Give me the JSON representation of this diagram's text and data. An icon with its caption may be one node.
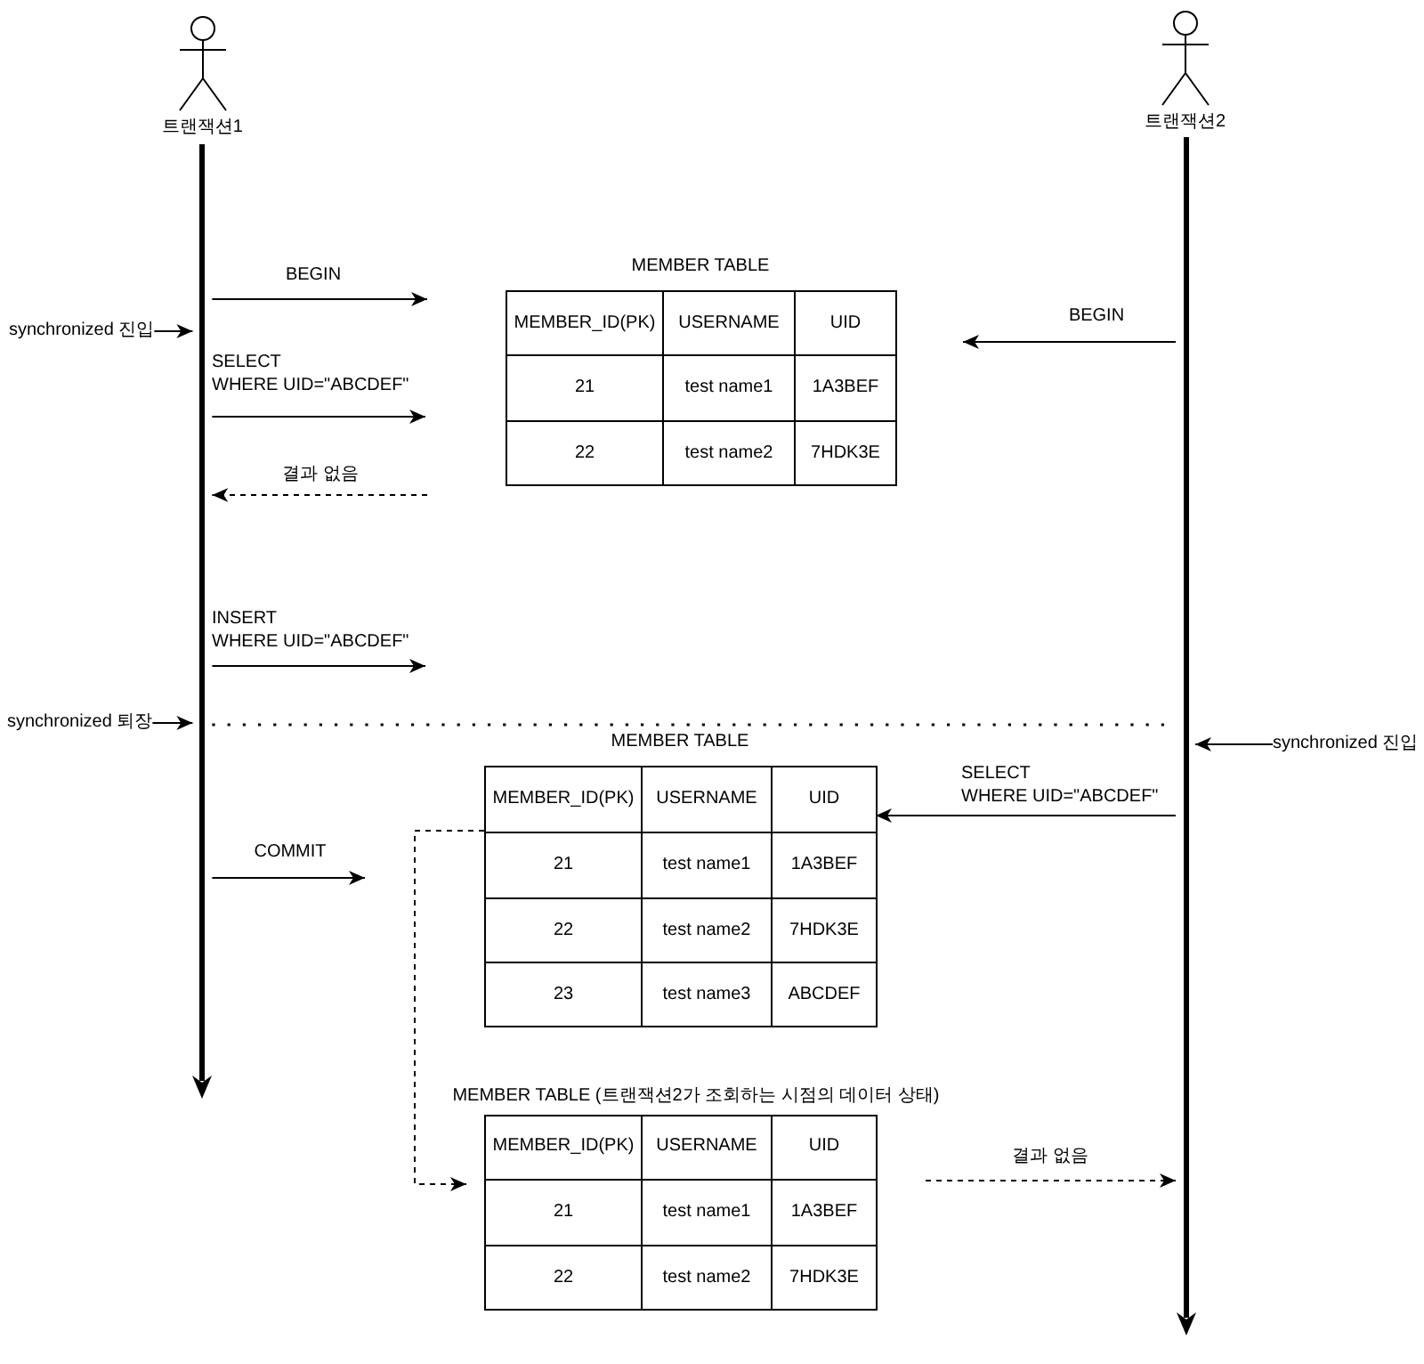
{
  "diagram": {
    "nodes": [
      {
        "text": [
          "트랜잭션1"
        ]
      },
      {
        "text": [
          "트랜잭션2"
        ]
      },
      {
        "text": [],
        "shape": "bar"
      },
      {
        "text": [],
        "shape": "bar"
      },
      {
        "text": [
          "synchronized 진입"
        ]
      },
      {
        "text": [
          "MEMBER TABLE"
        ]
      },
      {
        "text": [
          "MEMBER_ID(PK)"
        ],
        "in": 5
      },
      {
        "text": [
          "USERNAME"
        ],
        "in": 5
      },
      {
        "text": [
          "UID"
        ],
        "in": 5
      },
      {
        "text": [
          "21"
        ],
        "in": 5
      },
      {
        "text": [
          "test name1"
        ],
        "in": 5
      },
      {
        "text": [
          "1A3BEF"
        ],
        "in": 5
      },
      {
        "text": [
          "22"
        ],
        "in": 5
      },
      {
        "text": [
          "test name2"
        ],
        "in": 5
      },
      {
        "text": [
          "7HDK3E"
        ],
        "in": 5
      },
      {
        "text": [
          "synchronized 퇴장"
        ]
      },
      {
        "text": [
          "synchronized 진입"
        ]
      },
      {
        "text": [
          "MEMBER TABLE"
        ]
      },
      {
        "text": [
          "MEMBER_ID(PK)"
        ],
        "in": 17
      },
      {
        "text": [
          "USERNAME"
        ],
        "in": 17
      },
      {
        "text": [
          "UID"
        ],
        "in": 17
      },
      {
        "text": [
          "21"
        ],
        "in": 17
      },
      {
        "text": [
          "test name1"
        ],
        "in": 17
      },
      {
        "text": [
          "1A3BEF"
        ],
        "in": 17
      },
      {
        "text": [
          "22"
        ],
        "in": 17
      },
      {
        "text": [
          "test name2"
        ],
        "in": 17
      },
      {
        "text": [
          "7HDK3E"
        ],
        "in": 17
      },
      {
        "text": [
          "23"
        ],
        "in": 17
      },
      {
        "text": [
          "test name3"
        ],
        "in": 17
      },
      {
        "text": [
          "ABCDEF"
        ],
        "in": 17
      },
      {
        "text": [
          "MEMBER TABLE (트랜잭션2가 조회하는 시점의 데이터 상태)"
        ]
      },
      {
        "text": [
          "MEMBER_ID(PK)"
        ],
        "in": 30
      },
      {
        "text": [
          "USERNAME"
        ],
        "in": 30
      },
      {
        "text": [
          "UID"
        ],
        "in": 30
      },
      {
        "text": [
          "21"
        ],
        "in": 30
      },
      {
        "text": [
          "test name1"
        ],
        "in": 30
      },
      {
        "text": [
          "1A3BEF"
        ],
        "in": 30
      },
      {
        "text": [
          "22"
        ],
        "in": 30
      },
      {
        "text": [
          "test name2"
        ],
        "in": 30
      },
      {
        "text": [
          "7HDK3E"
        ],
        "in": 30
      }
    ],
    "edges": [
      {
        "from": 2,
        "to": null,
        "arrow": "to",
        "label": "BEGIN"
      },
      {
        "from": 4,
        "to": 2,
        "arrow": "to"
      },
      {
        "from": 3,
        "to": null,
        "arrow": "to",
        "label": "BEGIN"
      },
      {
        "from": 2,
        "to": null,
        "arrow": "to",
        "label": "SELECT WHERE UID=\"ABCDEF\""
      },
      {
        "from": null,
        "to": 2,
        "arrow": "to",
        "style": "dashed",
        "label": "결과 없음"
      },
      {
        "from": 2,
        "to": null,
        "arrow": "to",
        "label": "INSERT WHERE UID=\"ABCDEF\""
      },
      {
        "from": 15,
        "to": 2,
        "arrow": "to"
      },
      {
        "from": 2,
        "to": 3,
        "arrow": "none",
        "style": "dashed"
      },
      {
        "from": 16,
        "to": 3,
        "arrow": "to"
      },
      {
        "from": 3,
        "to": 17,
        "arrow": "to",
        "label": "SELECT WHERE UID=\"ABCDEF\""
      },
      {
        "from": 2,
        "to": null,
        "arrow": "to",
        "label": "COMMIT"
      },
      {
        "from": 17,
        "to": 30,
        "arrow": "to",
        "style": "dashed"
      },
      {
        "from": 30,
        "to": 3,
        "arrow": "to",
        "style": "dashed",
        "label": "결과 없음"
      }
    ]
  }
}
